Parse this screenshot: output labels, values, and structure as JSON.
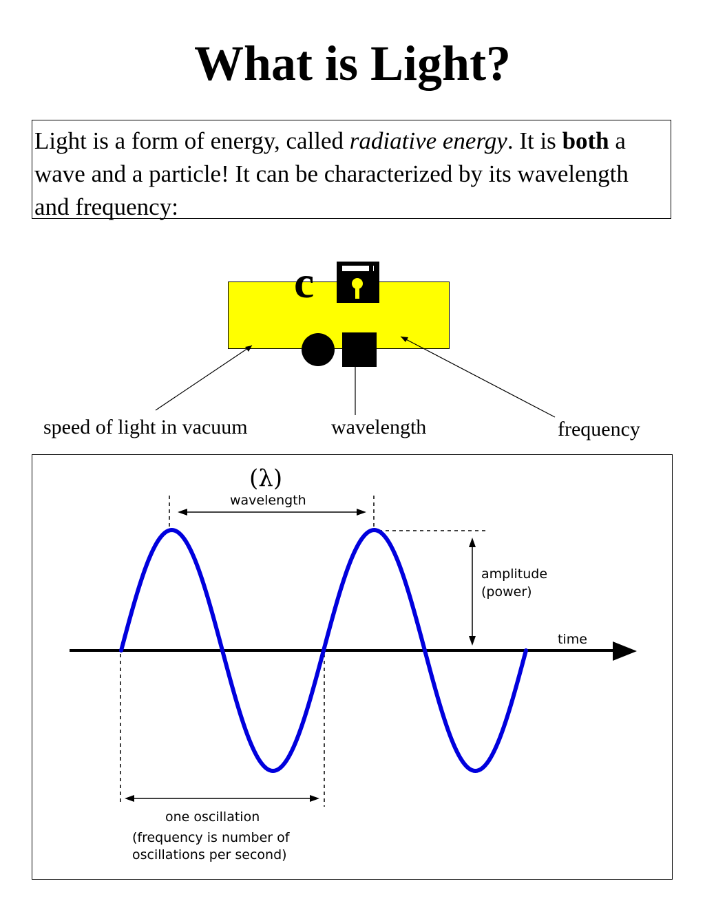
{
  "title": "What is Light?",
  "intro": {
    "part1": "Light is a form of energy, called ",
    "italic": "radiative energy",
    "part2": ".  It is ",
    "bold": "both",
    "part3": " a wave and a particle!  It can be characterized by its wavelength and frequency:"
  },
  "formula": {
    "c": "c"
  },
  "labels": {
    "speed": "speed of light in vacuum",
    "wavelength": "wavelength",
    "frequency": "frequency"
  },
  "diagram": {
    "lambda": "(λ)",
    "wavelength": "wavelength",
    "amplitude": "amplitude",
    "power": "(power)",
    "time": "time",
    "one_oscillation": "one oscillation",
    "freq_line1": "(frequency is number of",
    "freq_line2": "oscillations per second)"
  },
  "colors": {
    "formula_box": "#ffff00",
    "wave": "#0000dd"
  },
  "icons": [
    "floppy-disk-icon",
    "circle-icon",
    "square-icon"
  ]
}
